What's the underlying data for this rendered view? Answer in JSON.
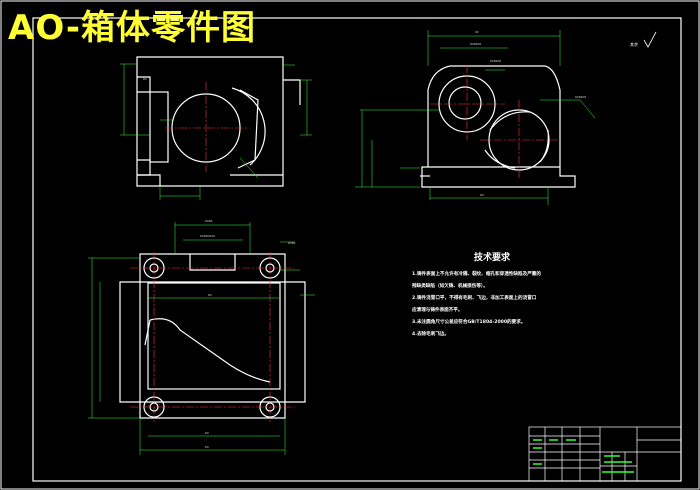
{
  "drawing": {
    "title": "AO-箱体零件图",
    "colors": {
      "background": "#000000",
      "outline": "#ffffff",
      "title": "#ffff33",
      "centerline": "#ff3333",
      "dimension": "#33ff33",
      "hidden": "#ff66ff"
    }
  },
  "roughness": {
    "label": "其余"
  },
  "tech_requirements": {
    "title": "技术要求",
    "lines": [
      "1.铸件表面上不允许有冷隔、裂纹、缩孔和穿透性缺陷及严重的",
      "残缺类缺陷（如欠铸、机械损伤等）。",
      "2.铸件浇冒口平，不得有毛刺、飞边，非加工表面上的浇冒口",
      "应清理与铸件表面齐平。",
      "3.未注圆角尺寸公差应符合GB/T1804-2000的要求。",
      "4.去除毛刺飞边。"
    ]
  }
}
